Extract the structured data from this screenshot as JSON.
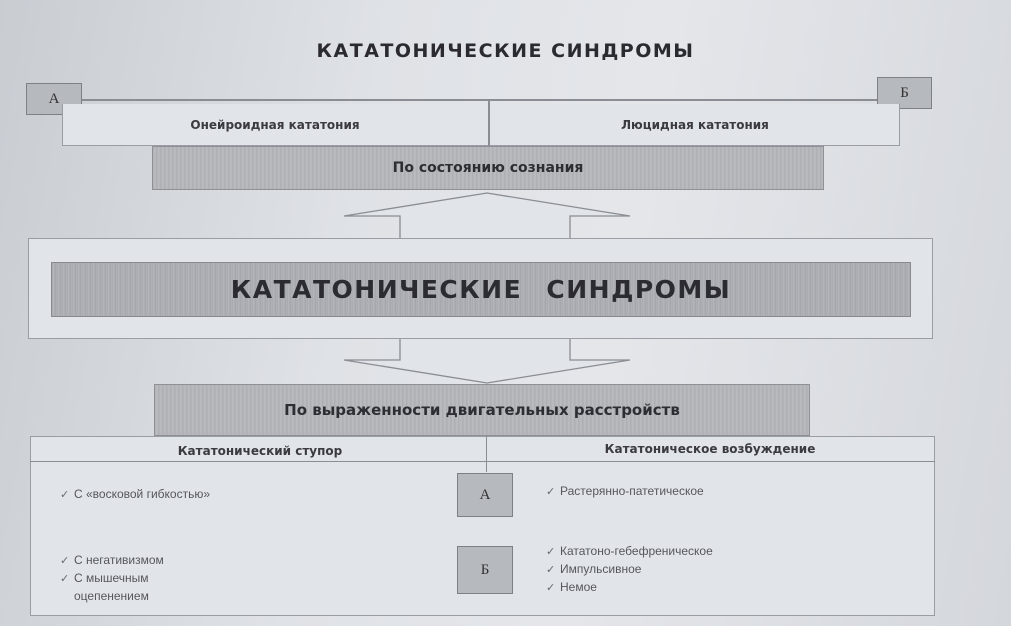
{
  "page": {
    "title": "КАТАТОНИЧЕСКИЕ СИНДРОМЫ"
  },
  "top_section": {
    "letter_left": "А",
    "letter_right": "Б",
    "left_label": "Онейроидная кататония",
    "right_label": "Люцидная кататония",
    "criterion": "По состоянию сознания"
  },
  "center": {
    "label": "КАТАТОНИЧЕСКИЕ СИНДРОМЫ"
  },
  "bottom_section": {
    "criterion": "По выраженности двигательных расстройств",
    "left_header": "Кататонический ступор",
    "right_header": "Кататоническое возбуждение",
    "row_a": {
      "letter": "А",
      "left_items": [
        "С «восковой гибкостью»"
      ],
      "right_items": [
        "Растерянно-патетическое"
      ]
    },
    "row_b": {
      "letter": "Б",
      "left_items": [
        "С негативизмом",
        "С мышечным",
        "оцепенением"
      ],
      "right_items": [
        "Кататоно-гебефреническое",
        "Импульсивное",
        "Немое"
      ]
    }
  },
  "icons": {
    "bullet": "check-icon",
    "connector": "arrow-shape"
  },
  "colors": {
    "paper": "#dfe2e6",
    "bar_fill": "#b0b2b7",
    "border": "#8a8d93",
    "text": "#2c2c30"
  }
}
